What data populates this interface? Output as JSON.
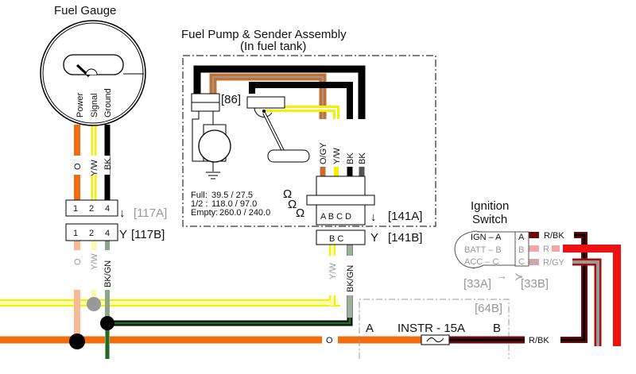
{
  "gauge": {
    "title": "Fuel Gauge",
    "terminals": [
      "Power",
      "Signal",
      "Ground"
    ],
    "wires": [
      "O",
      "Y/W",
      "BK"
    ],
    "lower_wires": [
      "O",
      "Y/W",
      "BK/GN"
    ]
  },
  "connector_117": {
    "a_label": "[117A]",
    "b_label": "[117B]",
    "pins": [
      "1",
      "2",
      "4"
    ]
  },
  "pump": {
    "title": "Fuel Pump & Sender Assembly",
    "subtitle": "(In fuel tank)",
    "connector_86": "[86]",
    "resistance": [
      {
        "label": "Full:",
        "value": "39.5 / 27.5",
        "unit": "Ω"
      },
      {
        "label": "1/2 :",
        "value": "118.0 / 97.0",
        "unit": "Ω"
      },
      {
        "label": "Empty:",
        "value": "260.0 / 240.0",
        "unit": "Ω"
      }
    ],
    "wires": [
      "O/GY",
      "Y/W",
      "BK",
      "BK"
    ]
  },
  "connector_141": {
    "a_label": "[141A]",
    "b_label": "[141B]",
    "a_pins": "A B C D",
    "b_pins": "B C",
    "lower_wires": [
      "Y/W",
      "BK/GN"
    ]
  },
  "ignition": {
    "title_line1": "Ignition",
    "title_line2": "Switch",
    "terminals": [
      "IGN – A",
      "BATT – B",
      "ACC – C"
    ],
    "pins": [
      "A",
      "B",
      "C"
    ],
    "wires": [
      "R/BK",
      "R",
      "R/GY"
    ],
    "connector_a": "[33A]",
    "connector_b": "[33B]"
  },
  "fuse_block": {
    "label": "[64B]",
    "pin_a": "A",
    "pin_b": "B",
    "fuse": "INSTR - 15A",
    "wire_in": "O",
    "wire_out": "R/BK"
  },
  "colors": {
    "orange": "#f26d10",
    "yellow": "#f5f000",
    "black": "#000000",
    "green": "#1f6b1f",
    "red": "#ee1111",
    "dark_red": "#6a0a0a",
    "brown_orange": "#c5702e"
  }
}
